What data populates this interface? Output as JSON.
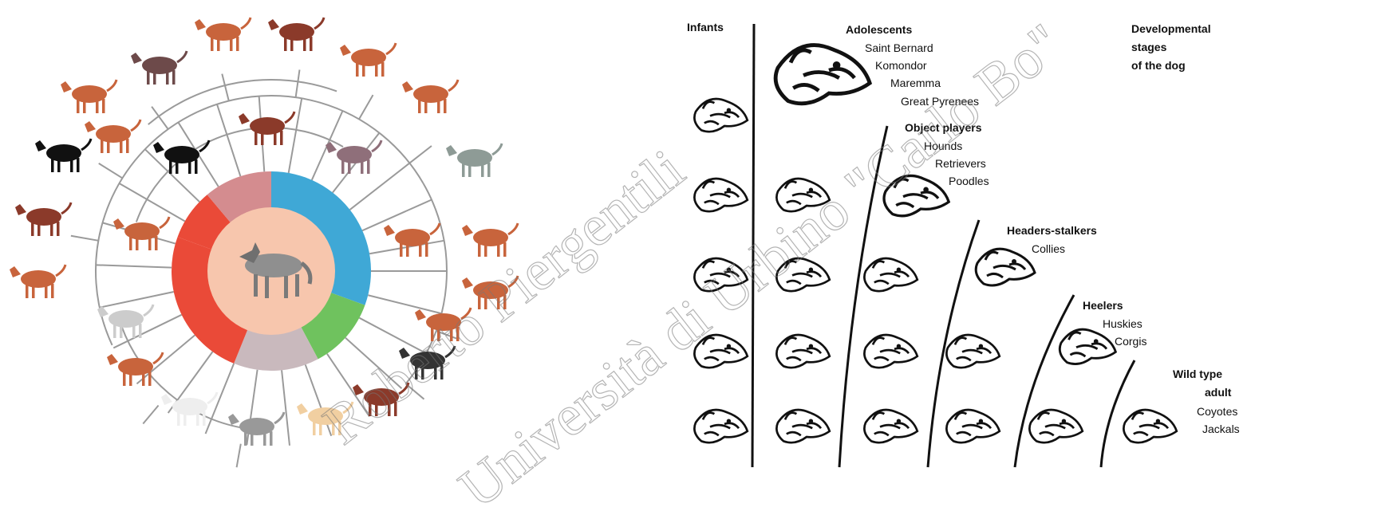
{
  "watermark_lines": [
    "Roberto Piergentili",
    "Università di Urbino \"Carlo Bo\""
  ],
  "colors": {
    "wedge_blue": "#3fa8d6",
    "wedge_green": "#6fc25e",
    "wedge_grey": "#c9b9bd",
    "wedge_red": "#ea4a38",
    "wedge_pink": "#d48c8f",
    "inner_disc": "#f7c6ad",
    "tree_line": "#9a9a9a",
    "dog_brown": "#c8643c",
    "dog_dark": "#8b3a2a",
    "dog_black": "#111111"
  },
  "stages": {
    "title": [
      "Developmental",
      "stages",
      "of the dog"
    ],
    "infants": "Infants",
    "adolescents": {
      "heading": "Adolescents",
      "breeds": [
        "Saint Bernard",
        "Komondor",
        "Maremma",
        "Great Pyrenees"
      ]
    },
    "object_players": {
      "heading": "Object players",
      "breeds": [
        "Hounds",
        "Retrievers",
        "Poodles"
      ]
    },
    "headers_stalkers": {
      "heading": "Headers-stalkers",
      "breeds": [
        "Collies"
      ]
    },
    "heelers": {
      "heading": "Heelers",
      "breeds": [
        "Huskies",
        "Corgis"
      ]
    },
    "wild_type": {
      "heading": [
        "Wild type",
        "adult"
      ],
      "breeds": [
        "Coyotes",
        "Jackals"
      ]
    }
  }
}
